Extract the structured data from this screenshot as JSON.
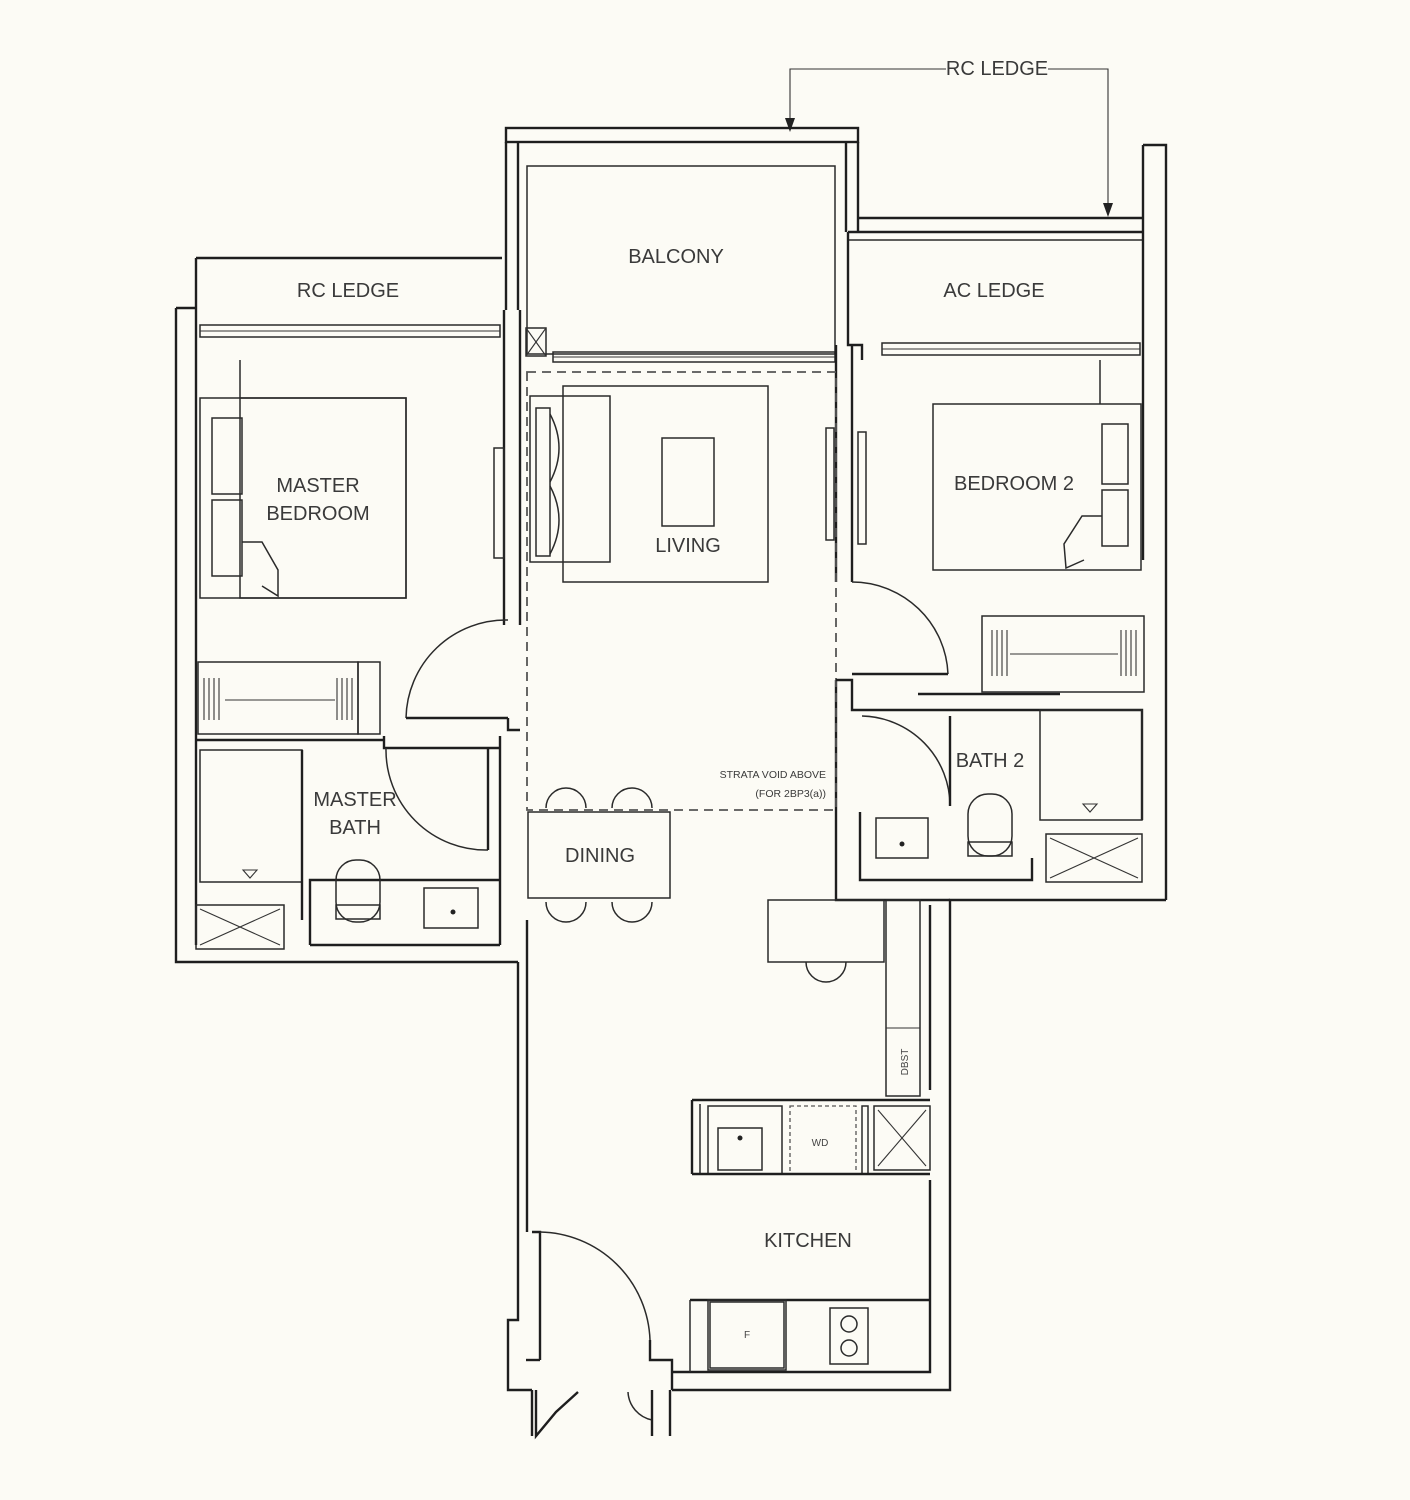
{
  "labels": {
    "rc_ledge_top": "RC LEDGE",
    "balcony": "BALCONY",
    "rc_ledge_left": "RC LEDGE",
    "ac_ledge": "AC LEDGE",
    "master_bedroom_line1": "MASTER",
    "master_bedroom_line2": "BEDROOM",
    "living": "LIVING",
    "bedroom2": "BEDROOM 2",
    "bath2": "BATH 2",
    "master_bath_line1": "MASTER",
    "master_bath_line2": "BATH",
    "dining": "DINING",
    "strata_line1": "STRATA VOID ABOVE",
    "strata_line2": "(FOR 2BP3(a))",
    "dbst": "DBST",
    "wd": "WD",
    "kitchen": "KITCHEN",
    "fridge": "F"
  },
  "colors": {
    "background": "#fcfbf5",
    "line": "#1e1e1e",
    "text": "#3a3a3a"
  }
}
